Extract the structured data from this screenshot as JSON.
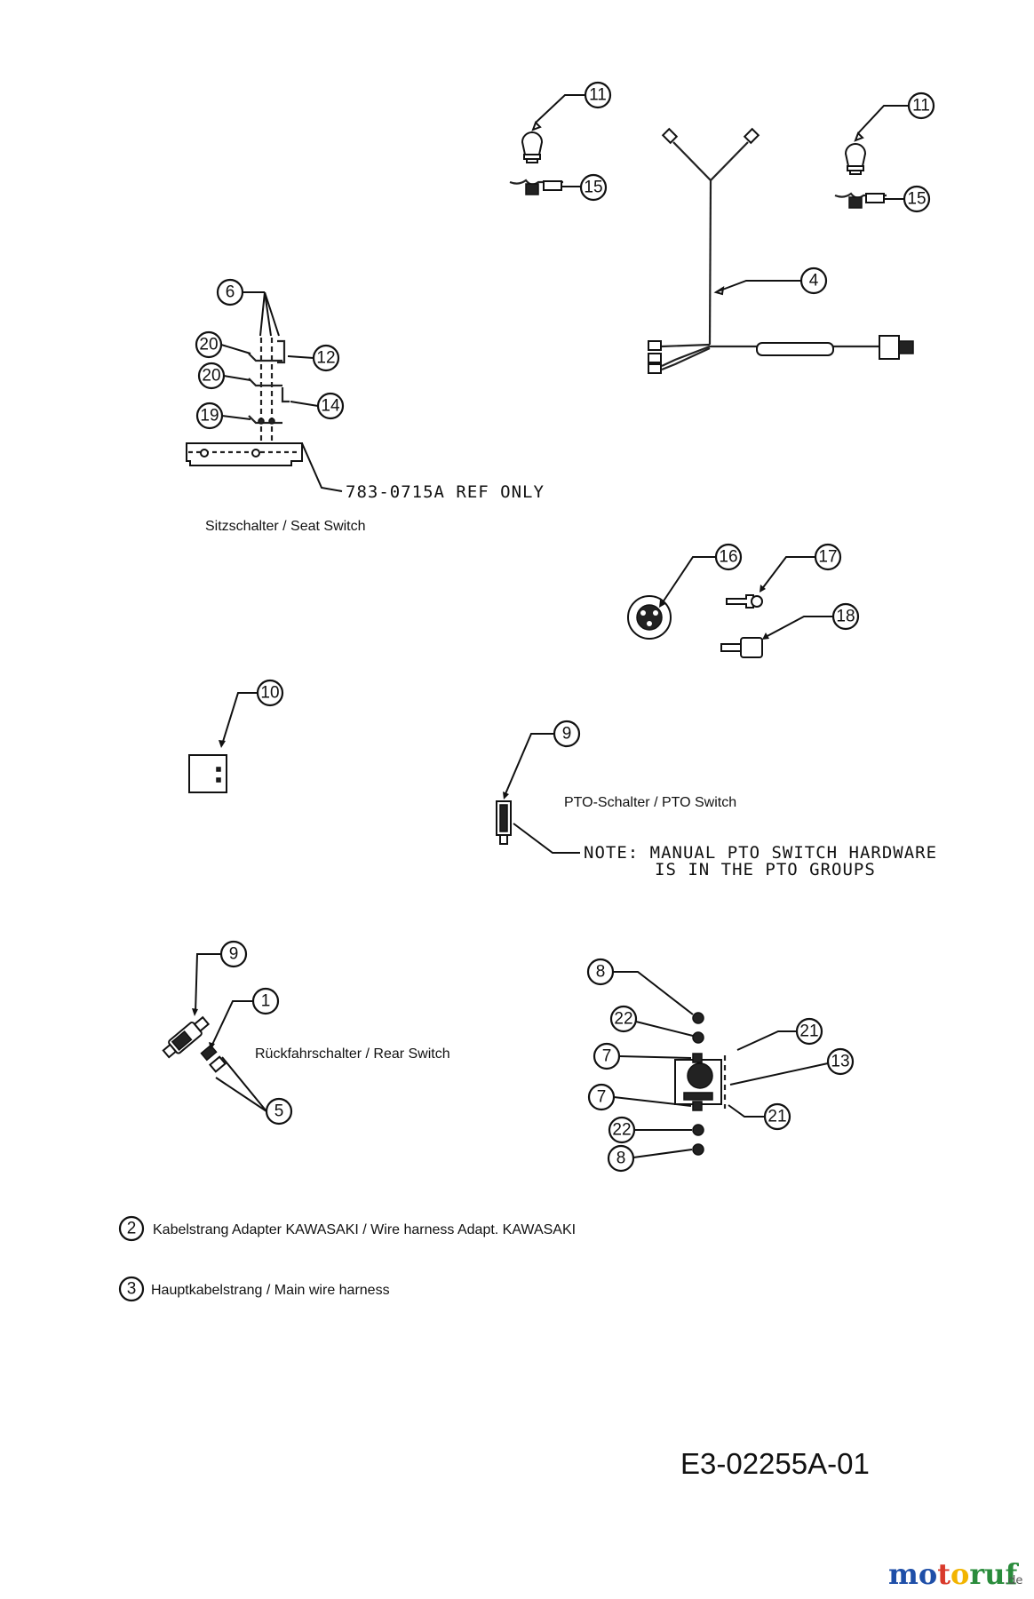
{
  "callouts": {
    "c11a": "11",
    "c15a": "15",
    "c11b": "11",
    "c15b": "15",
    "c4": "4",
    "c6": "6",
    "c20a": "20",
    "c12": "12",
    "c20b": "20",
    "c14": "14",
    "c19": "19",
    "c16": "16",
    "c17": "17",
    "c18": "18",
    "c10": "10",
    "c9a": "9",
    "c9b": "9",
    "c1": "1",
    "c5": "5",
    "c8a": "8",
    "c22a": "22",
    "c7a": "7",
    "c21a": "21",
    "c13": "13",
    "c7b": "7",
    "c21b": "21",
    "c22b": "22",
    "c8b": "8"
  },
  "notes": {
    "seat_ref": "783-0715A REF ONLY",
    "pto_note_line1": "NOTE: MANUAL PTO SWITCH HARDWARE",
    "pto_note_line2": "IS IN THE PTO GROUPS"
  },
  "captions": {
    "seat_switch": "Sitzschalter / Seat Switch",
    "pto_switch": "PTO-Schalter / PTO Switch",
    "rear_switch": "Rückfahrschalter / Rear Switch"
  },
  "legend": [
    {
      "number": "2",
      "text": "Kabelstrang Adapter KAWASAKI / Wire harness Adapt. KAWASAKI"
    },
    {
      "number": "3",
      "text": "Hauptkabelstrang / Main wire harness"
    }
  ],
  "drawing_number": "E3-02255A-01",
  "watermark": {
    "brand": "motoruf",
    "tld": ".de",
    "colors": [
      "#1f4fa8",
      "#d93a2b",
      "#f2b400",
      "#2a8c3c"
    ]
  }
}
